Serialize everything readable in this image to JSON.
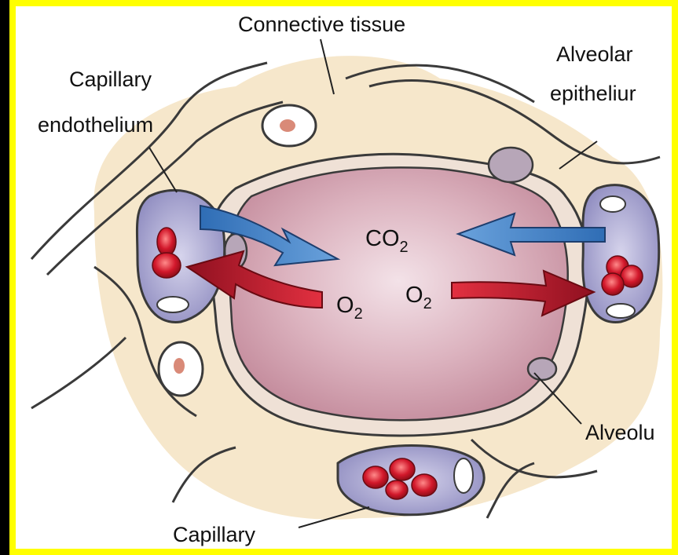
{
  "labels": {
    "connective_tissue": "Connective tissue",
    "capillary_endothelium_line1": "Capillary",
    "capillary_endothelium_line2": "endothelium",
    "alveolar_epithelium_line1": "Alveolar",
    "alveolar_epithelium_line2": "epitheliur",
    "alveolus": "Alveolu",
    "capillary": "Capillary"
  },
  "gases": {
    "co2_base": "CO",
    "co2_sub": "2",
    "o2_left_base": "O",
    "o2_left_sub": "2",
    "o2_right_base": "O",
    "o2_right_sub": "2"
  },
  "colors": {
    "border": "#ffff00",
    "background": "#000000",
    "paper": "#ffffff",
    "connective_tissue": "#f6e6c8",
    "alveolus": "#c98f9e",
    "capillary_fill": "#a9a6cf",
    "rbc": "#c8182a",
    "co2_arrow": "#3f7fc4",
    "o2_arrow": "#c81e2c"
  }
}
